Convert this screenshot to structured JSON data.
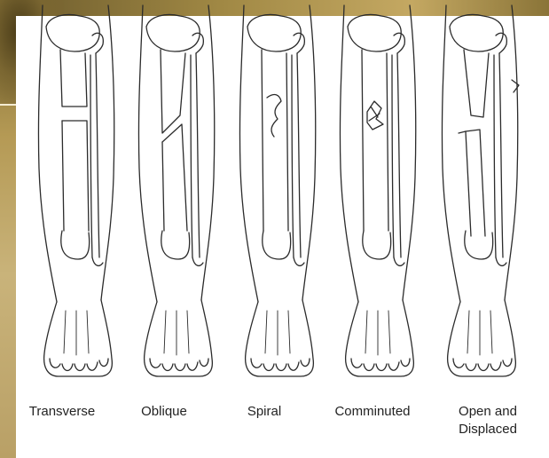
{
  "diagram": {
    "fracture_types": [
      {
        "label": "Transverse"
      },
      {
        "label": "Oblique"
      },
      {
        "label": "Spiral"
      },
      {
        "label": "Comminuted"
      },
      {
        "label": "Open and\nDisplaced"
      }
    ]
  }
}
